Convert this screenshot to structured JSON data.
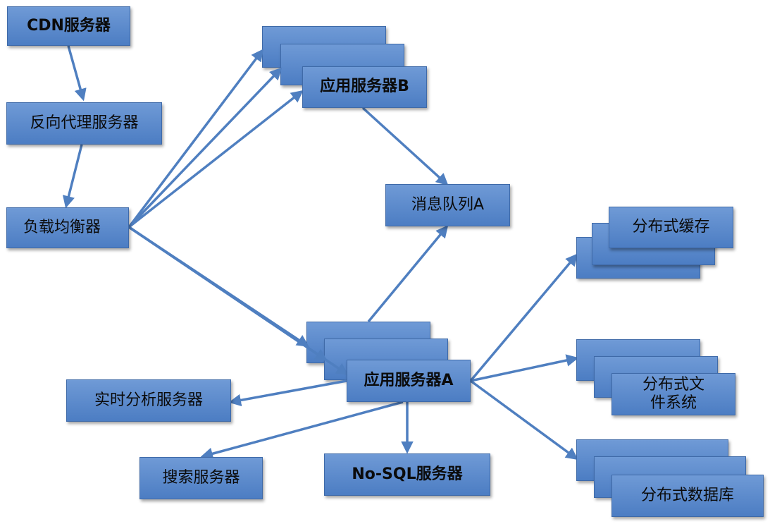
{
  "nodes": {
    "cdn": "CDN服务器",
    "reverse_proxy": "反向代理服务器",
    "load_balancer": "负载均衡器",
    "app_server_b": "应用服务器B",
    "message_queue_a": "消息队列A",
    "app_server_a": "应用服务器A",
    "distributed_cache": "分布式缓存",
    "distributed_fs": "分布式文件系统",
    "distributed_db": "分布式数据库",
    "realtime_analytics": "实时分析服务器",
    "search_server": "搜索服务器",
    "nosql_server": "No-SQL服务器"
  },
  "colors": {
    "box_fill": "#5a88c9",
    "box_border": "#3f6aa8",
    "arrow": "#4f7fc0"
  }
}
